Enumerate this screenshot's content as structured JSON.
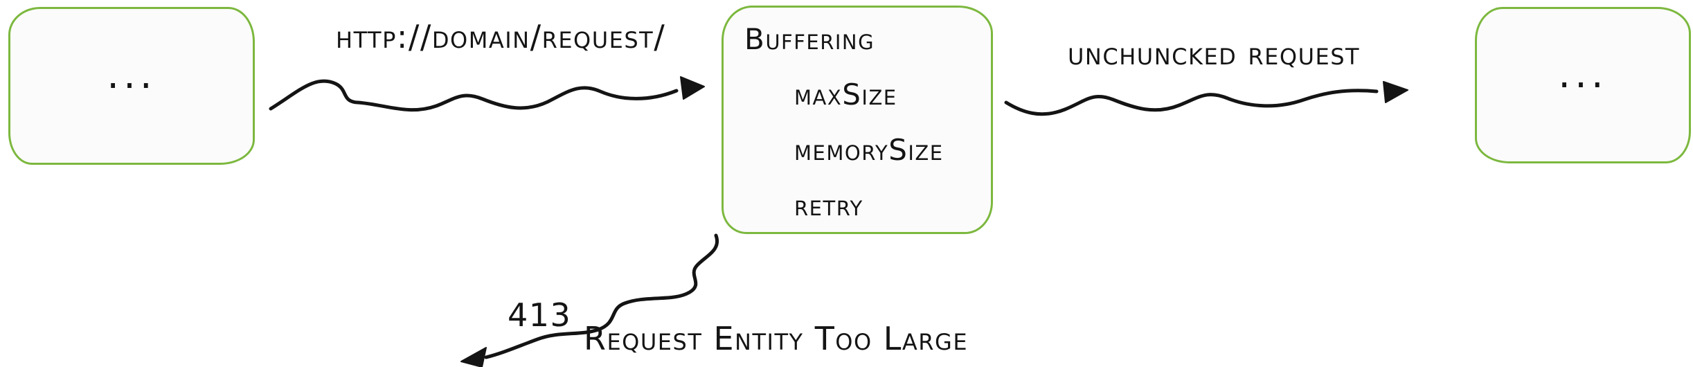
{
  "colors": {
    "accent": "#7cb83e",
    "ink": "#141414",
    "node_fill": "#fbfbfb"
  },
  "nodes": {
    "left": {
      "label": "..."
    },
    "middle": {
      "title": "Buffering",
      "items": [
        "maxSize",
        "memorySize",
        "retry"
      ]
    },
    "right": {
      "label": "..."
    }
  },
  "arrows": {
    "request": {
      "label": "http://domain/request/"
    },
    "unchunked": {
      "label": "unchuncked request"
    },
    "error": {
      "code": "413",
      "label": "Request Entity Too Large"
    }
  }
}
